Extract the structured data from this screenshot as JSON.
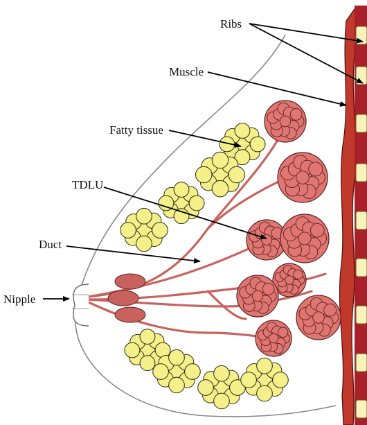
{
  "diagram": {
    "labels": {
      "ribs": "Ribs",
      "muscle": "Muscle",
      "fatty_tissue": "Fatty tissue",
      "tdlu": "TDLU",
      "duct": "Duct",
      "nipple": "Nipple"
    },
    "colors": {
      "muscle": "#c0392b",
      "rib": "#f7f3bb",
      "gland": "#e07672",
      "gland_stroke": "#5a1f1f",
      "fat": "#f5f08a",
      "fat_stroke": "#2b2b14",
      "duct": "#c9625f",
      "breast_outline": "#888888"
    }
  }
}
